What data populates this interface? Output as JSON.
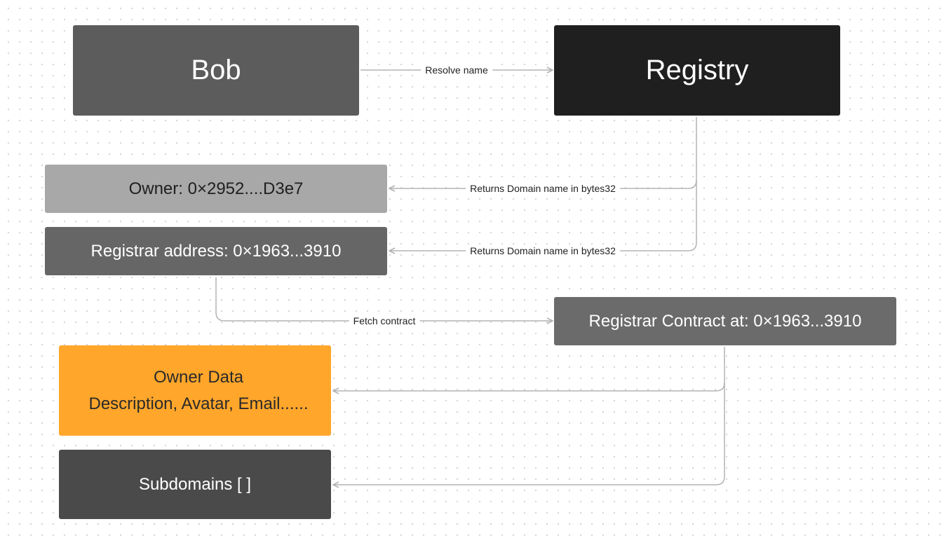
{
  "nodes": {
    "bob": {
      "label": "Bob",
      "color": "#5c5c5c"
    },
    "registry": {
      "label": "Registry",
      "color": "#1f1f1f"
    },
    "owner": {
      "label": "Owner: 0×2952....D3e7",
      "color": "#a8a8a8"
    },
    "registrar_address": {
      "label": "Registrar address: 0×1963...3910",
      "color": "#666666"
    },
    "registrar_contract": {
      "label": "Registrar Contract at: 0×1963...3910",
      "color": "#6b6b6b"
    },
    "owner_data": {
      "title": "Owner Data",
      "subtitle": "Description, Avatar, Email......",
      "color": "#ffa62b"
    },
    "subdomains": {
      "label": "Subdomains [ ]",
      "color": "#4a4a4a"
    }
  },
  "edges": {
    "resolve": {
      "label": "Resolve name"
    },
    "owner_return": {
      "label": "Returns Domain name in bytes32"
    },
    "registrar_return": {
      "label": "Returns Domain name in bytes32"
    },
    "fetch": {
      "label": "Fetch contract"
    }
  },
  "colors": {
    "connector": "#b3b3b3"
  }
}
